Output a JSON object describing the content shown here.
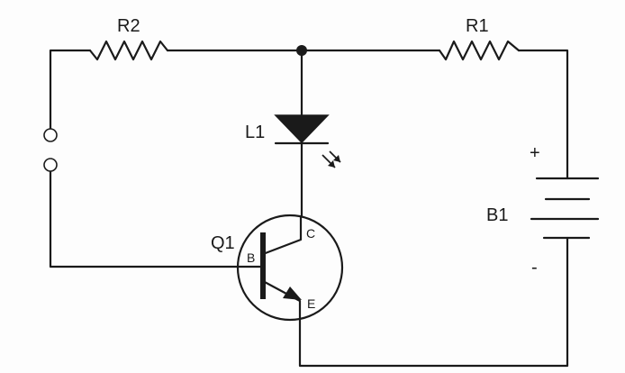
{
  "labels": {
    "r2": "R2",
    "r1": "R1",
    "l1": "L1",
    "q1": "Q1",
    "b1": "B1",
    "base": "B",
    "collector": "C",
    "emitter": "E",
    "plus": "+",
    "minus": "-"
  }
}
